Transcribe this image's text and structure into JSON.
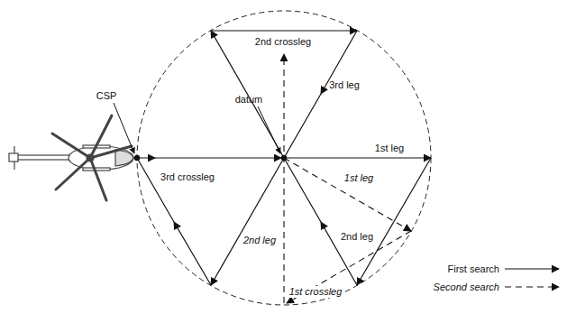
{
  "diagram": {
    "labels": [
      "CSP",
      "datum",
      "2nd crossleg",
      "3rd leg",
      "1st leg",
      "3rd crossleg",
      "1st leg",
      "2nd leg",
      "2nd leg",
      "1st crossleg"
    ],
    "legend": [
      {
        "text": "First search"
      },
      {
        "text": "Second search"
      }
    ]
  }
}
